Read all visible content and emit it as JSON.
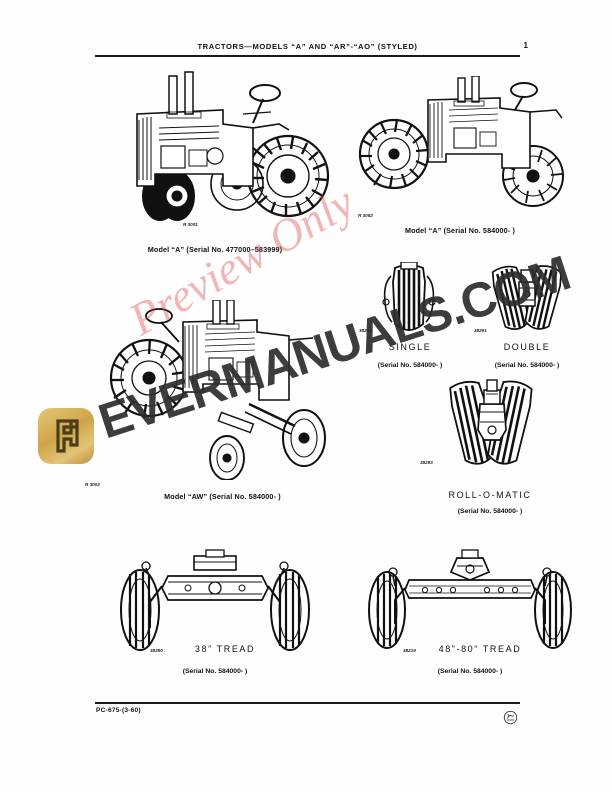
{
  "document": {
    "header_title": "TRACTORS—MODELS “A” AND “AR”-“AO” (STYLED)",
    "page_number": "1",
    "footer_code": "PC-675-(3-60)"
  },
  "watermark": {
    "preview_text": "Preview Only",
    "brand_text": "EVERMANUALS.COM",
    "badge_glyph": "E",
    "preview_color": "#e24848",
    "brand_color": "#2d2d2d",
    "badge_color": "#cfa449"
  },
  "figures": [
    {
      "id": "model-a-early",
      "fig_number": "R 3001",
      "caption": "Model “A” (Serial No. 477000–583999)",
      "sub_caption": "",
      "big_label": ""
    },
    {
      "id": "model-a-late",
      "fig_number": "R 3092",
      "caption": "Model “A” (Serial No. 584000-            )",
      "sub_caption": "",
      "big_label": ""
    },
    {
      "id": "front-end-single",
      "fig_number": "38292",
      "big_label": "SINGLE",
      "sub_caption": "(Serial No. 584000-          )",
      "caption": ""
    },
    {
      "id": "front-end-double",
      "fig_number": "38291",
      "big_label": "DOUBLE",
      "sub_caption": "(Serial No. 584000-          )",
      "caption": ""
    },
    {
      "id": "model-aw",
      "fig_number": "R 3002",
      "caption": "Model “AW” (Serial No. 584000-          )",
      "sub_caption": "",
      "big_label": ""
    },
    {
      "id": "roll-o-matic",
      "fig_number": "38293",
      "big_label": "ROLL-O-MATIC",
      "sub_caption": "(Serial No. 584000-          )",
      "caption": ""
    },
    {
      "id": "tread-38",
      "fig_number": "38290",
      "big_label": "38”  TREAD",
      "sub_caption": "(Serial No. 584000-          )",
      "caption": ""
    },
    {
      "id": "tread-48-80",
      "fig_number": "38219",
      "big_label": "48”-80”  TREAD",
      "sub_caption": "(Serial No. 584000-          )",
      "caption": ""
    }
  ]
}
